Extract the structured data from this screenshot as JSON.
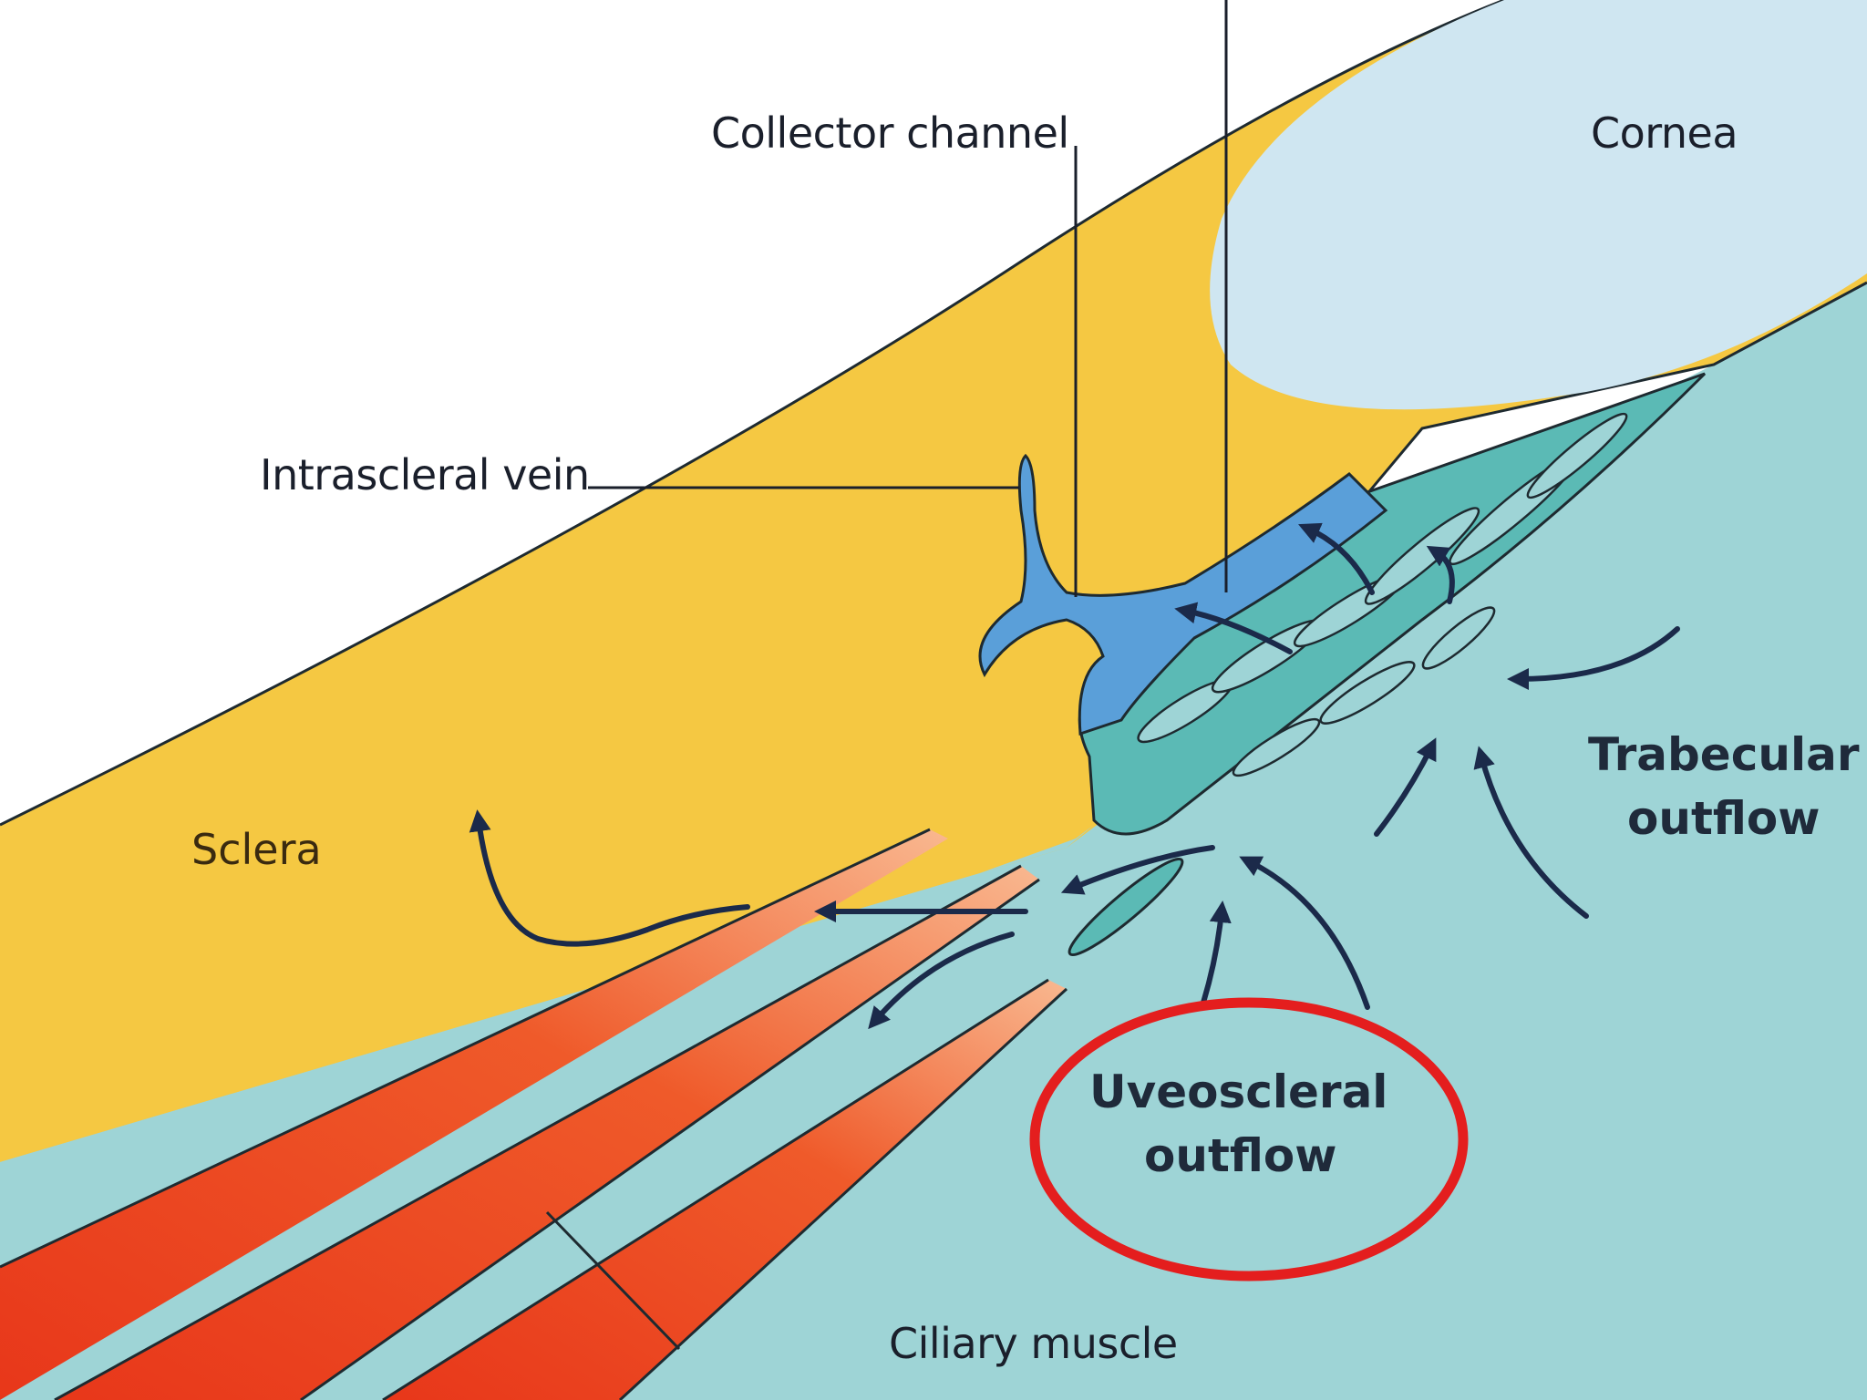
{
  "labels": {
    "collector_channel": "Collector channel",
    "cornea": "Cornea",
    "intrascleral_vein": "Intrascleral vein",
    "trabecular_line1": "Trabecular",
    "trabecular_line2": "outflow",
    "sclera": "Sclera",
    "uveoscleral_line1": "Uveoscleral",
    "uveoscleral_line2": "outflow",
    "ciliary_muscle": "Ciliary muscle"
  },
  "colors": {
    "sclera": "#f5c842",
    "cornea": "#cfe6f1",
    "aqueous": "#9ed4d6",
    "meshwork": "#5bbab5",
    "schlemm": "#5a9fd9",
    "muscle": "#e8471c",
    "highlight_ring": "#e41e1e"
  }
}
